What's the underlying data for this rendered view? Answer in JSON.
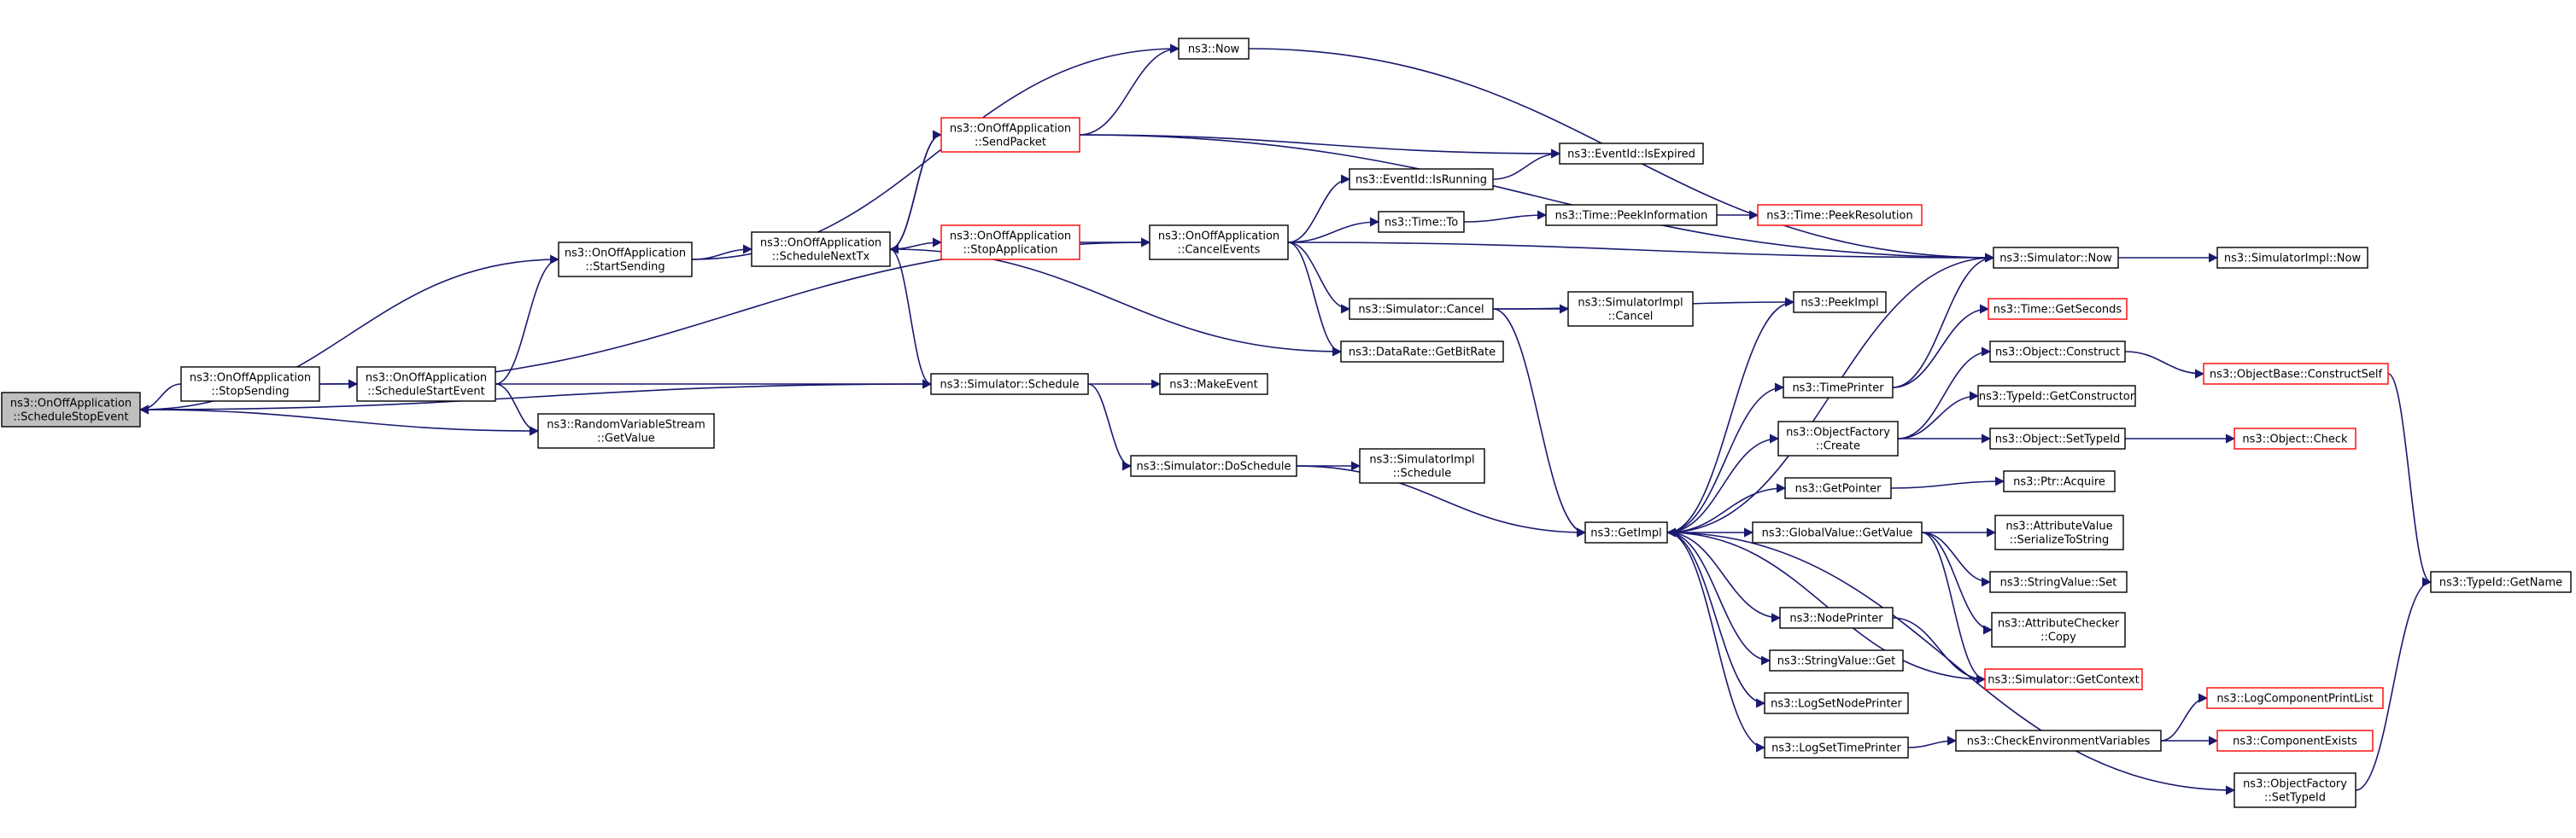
{
  "graph": {
    "nodes": [
      {
        "id": "schedule_stop_event",
        "lines": [
          "ns3::OnOffApplication",
          "::ScheduleStopEvent"
        ]
      },
      {
        "id": "stop_sending",
        "lines": [
          "ns3::OnOffApplication",
          "::StopSending"
        ]
      },
      {
        "id": "start_sending",
        "lines": [
          "ns3::OnOffApplication",
          "::StartSending"
        ]
      },
      {
        "id": "schedule_start_event",
        "lines": [
          "ns3::OnOffApplication",
          "::ScheduleStartEvent"
        ]
      },
      {
        "id": "random_variable_stream_get_value",
        "lines": [
          "ns3::RandomVariableStream",
          "::GetValue"
        ]
      },
      {
        "id": "schedule_next_tx",
        "lines": [
          "ns3::OnOffApplication",
          "::ScheduleNextTx"
        ]
      },
      {
        "id": "send_packet",
        "lines": [
          "ns3::OnOffApplication",
          "::SendPacket"
        ]
      },
      {
        "id": "now",
        "lines": [
          "ns3::Now"
        ]
      },
      {
        "id": "stop_application",
        "lines": [
          "ns3::OnOffApplication",
          "::StopApplication"
        ]
      },
      {
        "id": "simulator_schedule",
        "lines": [
          "ns3::Simulator::Schedule"
        ]
      },
      {
        "id": "cancel_events",
        "lines": [
          "ns3::OnOffApplication",
          "::CancelEvents"
        ]
      },
      {
        "id": "event_id_is_expired",
        "lines": [
          "ns3::EventId::IsExpired"
        ]
      },
      {
        "id": "event_id_is_running",
        "lines": [
          "ns3::EventId::IsRunning"
        ]
      },
      {
        "id": "time_to",
        "lines": [
          "ns3::Time::To"
        ]
      },
      {
        "id": "time_peek_information",
        "lines": [
          "ns3::Time::PeekInformation"
        ]
      },
      {
        "id": "time_peek_resolution",
        "lines": [
          "ns3::Time::PeekResolution"
        ]
      },
      {
        "id": "simulator_cancel",
        "lines": [
          "ns3::Simulator::Cancel"
        ]
      },
      {
        "id": "simulator_impl_cancel",
        "lines": [
          "ns3::SimulatorImpl",
          "::Cancel"
        ]
      },
      {
        "id": "data_rate_get_bit_rate",
        "lines": [
          "ns3::DataRate::GetBitRate"
        ]
      },
      {
        "id": "make_event",
        "lines": [
          "ns3::MakeEvent"
        ]
      },
      {
        "id": "simulator_do_schedule",
        "lines": [
          "ns3::Simulator::DoSchedule"
        ]
      },
      {
        "id": "simulator_impl_schedule",
        "lines": [
          "ns3::SimulatorImpl",
          "::Schedule"
        ]
      },
      {
        "id": "simulator_now",
        "lines": [
          "ns3::Simulator::Now"
        ]
      },
      {
        "id": "simulator_impl_now",
        "lines": [
          "ns3::SimulatorImpl::Now"
        ]
      },
      {
        "id": "peek_impl",
        "lines": [
          "ns3::PeekImpl"
        ]
      },
      {
        "id": "get_impl",
        "lines": [
          "ns3::GetImpl"
        ]
      },
      {
        "id": "time_printer",
        "lines": [
          "ns3::TimePrinter"
        ]
      },
      {
        "id": "time_get_seconds",
        "lines": [
          "ns3::Time::GetSeconds"
        ]
      },
      {
        "id": "object_construct",
        "lines": [
          "ns3::Object::Construct"
        ]
      },
      {
        "id": "object_base_construct_self",
        "lines": [
          "ns3::ObjectBase::ConstructSelf"
        ]
      },
      {
        "id": "type_id_get_constructor",
        "lines": [
          "ns3::TypeId::GetConstructor"
        ]
      },
      {
        "id": "object_factory_create",
        "lines": [
          "ns3::ObjectFactory",
          "::Create"
        ]
      },
      {
        "id": "object_set_type_id",
        "lines": [
          "ns3::Object::SetTypeId"
        ]
      },
      {
        "id": "object_check",
        "lines": [
          "ns3::Object::Check"
        ]
      },
      {
        "id": "get_pointer",
        "lines": [
          "ns3::GetPointer"
        ]
      },
      {
        "id": "ptr_acquire",
        "lines": [
          "ns3::Ptr::Acquire"
        ]
      },
      {
        "id": "global_value_get_value",
        "lines": [
          "ns3::GlobalValue::GetValue"
        ]
      },
      {
        "id": "attribute_value_serialize_to_string",
        "lines": [
          "ns3::AttributeValue",
          "::SerializeToString"
        ]
      },
      {
        "id": "string_value_set",
        "lines": [
          "ns3::StringValue::Set"
        ]
      },
      {
        "id": "attribute_checker_copy",
        "lines": [
          "ns3::AttributeChecker",
          "::Copy"
        ]
      },
      {
        "id": "node_printer",
        "lines": [
          "ns3::NodePrinter"
        ]
      },
      {
        "id": "string_value_get",
        "lines": [
          "ns3::StringValue::Get"
        ]
      },
      {
        "id": "simulator_get_context",
        "lines": [
          "ns3::Simulator::GetContext"
        ]
      },
      {
        "id": "log_set_node_printer",
        "lines": [
          "ns3::LogSetNodePrinter"
        ]
      },
      {
        "id": "log_component_print_list",
        "lines": [
          "ns3::LogComponentPrintList"
        ]
      },
      {
        "id": "log_set_time_printer",
        "lines": [
          "ns3::LogSetTimePrinter"
        ]
      },
      {
        "id": "check_environment_variables",
        "lines": [
          "ns3::CheckEnvironmentVariables"
        ]
      },
      {
        "id": "component_exists",
        "lines": [
          "ns3::ComponentExists"
        ]
      },
      {
        "id": "object_factory_set_type_id",
        "lines": [
          "ns3::ObjectFactory",
          "::SetTypeId"
        ]
      },
      {
        "id": "type_id_get_name",
        "lines": [
          "ns3::TypeId::GetName"
        ]
      }
    ],
    "styles": {
      "edge_color": "#191970",
      "root_fill": "#bfbfbf",
      "node_border": "#000000",
      "truncated_border": "#ff0000",
      "background": "#ffffff"
    }
  }
}
